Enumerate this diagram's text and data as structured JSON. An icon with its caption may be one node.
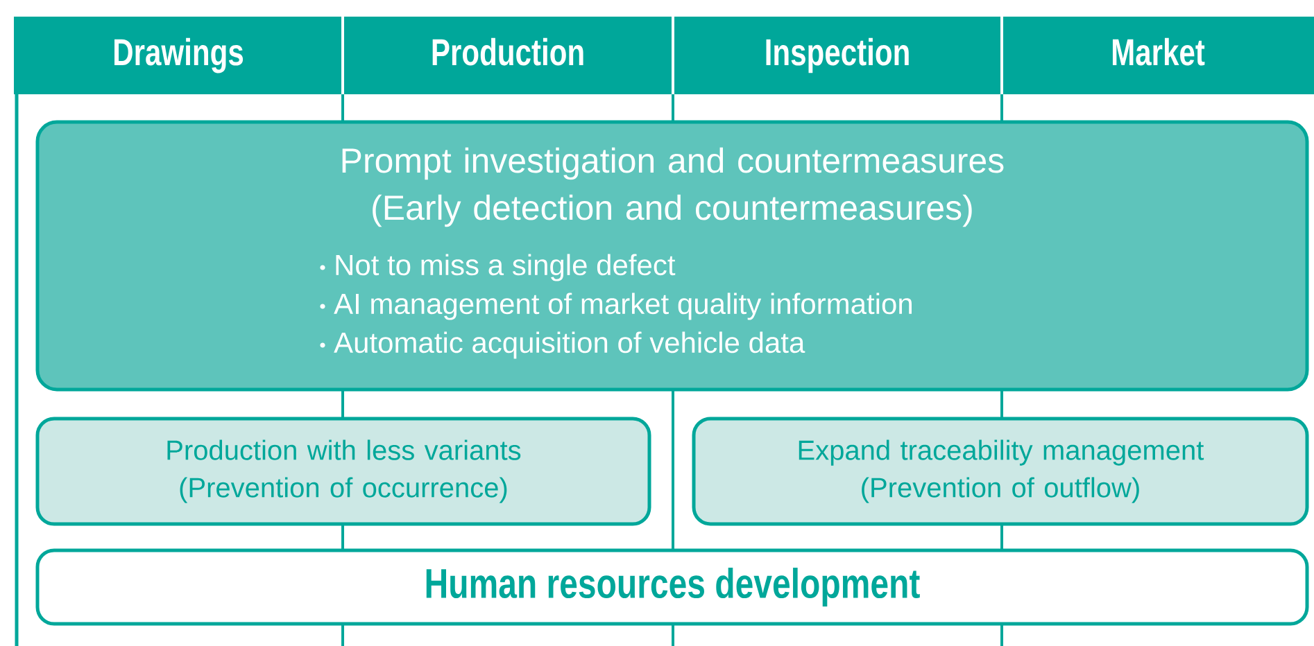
{
  "diagram": {
    "nodes": [
      {
        "text": [
          "Drawings"
        ]
      },
      {
        "text": [
          "Production"
        ]
      },
      {
        "text": [
          "Inspection"
        ]
      },
      {
        "text": [
          "Market"
        ]
      },
      {
        "text": [
          "Prompt investigation and countermeasures (Early detection and countermeasures)",
          "Not to miss a single defect",
          "AI management of market quality information",
          "Automatic acquisition of vehicle data"
        ]
      },
      {
        "text": [
          "Production with less variants (Prevention of occurrence)"
        ]
      },
      {
        "text": [
          "Expand traceability management (Prevention of outflow)"
        ]
      },
      {
        "text": [
          "Human resources development"
        ]
      }
    ],
    "edges": []
  }
}
